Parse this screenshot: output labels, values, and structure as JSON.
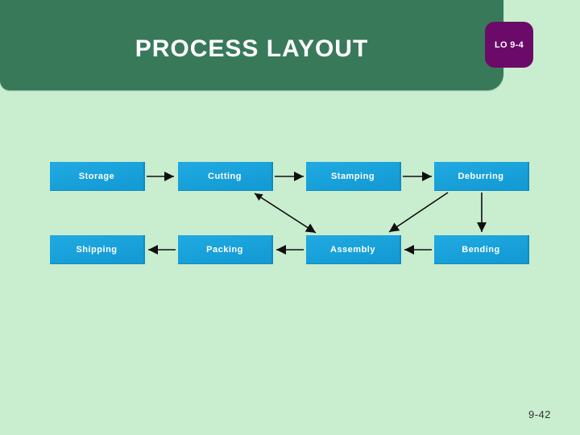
{
  "slide": {
    "title": "PROCESS LAYOUT",
    "lo_badge": "LO 9-4",
    "page_number": "9-42"
  },
  "colors": {
    "background": "#c9edcf",
    "header_green": "#38795a",
    "badge_purple": "#6b0a68",
    "box_blue": "#18a3dc",
    "arrow_black": "#101010",
    "title_text": "#ffffff"
  },
  "diagram": {
    "boxes": [
      {
        "id": "storage",
        "label": "Storage"
      },
      {
        "id": "cutting",
        "label": "Cutting"
      },
      {
        "id": "stamping",
        "label": "Stamping"
      },
      {
        "id": "deburring",
        "label": "Deburring"
      },
      {
        "id": "shipping",
        "label": "Shipping"
      },
      {
        "id": "packing",
        "label": "Packing"
      },
      {
        "id": "assembly",
        "label": "Assembly"
      },
      {
        "id": "bending",
        "label": "Bending"
      }
    ],
    "flows": [
      {
        "from": "Storage",
        "to": "Cutting"
      },
      {
        "from": "Cutting",
        "to": "Stamping"
      },
      {
        "from": "Stamping",
        "to": "Deburring"
      },
      {
        "from": "Cutting",
        "to": "Assembly",
        "bidirectional": true
      },
      {
        "from": "Deburring",
        "to": "Assembly"
      },
      {
        "from": "Deburring",
        "to": "Bending"
      },
      {
        "from": "Bending",
        "to": "Assembly"
      },
      {
        "from": "Assembly",
        "to": "Packing"
      },
      {
        "from": "Packing",
        "to": "Shipping"
      }
    ]
  }
}
